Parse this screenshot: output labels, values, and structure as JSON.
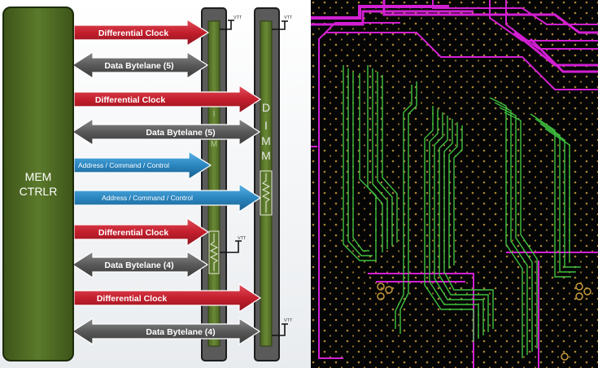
{
  "controller": {
    "line1": "MEM",
    "line2": "CTRLR"
  },
  "dimm": {
    "letters": [
      "D",
      "I",
      "M",
      "M"
    ],
    "inner_letters": [
      "I",
      "M"
    ]
  },
  "signals": [
    {
      "label": "Differential Clock",
      "kind": "clock"
    },
    {
      "label": "Data Bytelane (5)",
      "kind": "data"
    },
    {
      "label": "Differential Clock",
      "kind": "clock"
    },
    {
      "label": "Data Bytelane (5)",
      "kind": "data"
    },
    {
      "label": "Address / Command / Control",
      "kind": "address"
    },
    {
      "label": "Address / Command / Control",
      "kind": "address"
    },
    {
      "label": "Differential Clock",
      "kind": "clock"
    },
    {
      "label": "Data Bytelane (4)",
      "kind": "data"
    },
    {
      "label": "Differential Clock",
      "kind": "clock"
    },
    {
      "label": "Data Bytelane (4)",
      "kind": "data"
    }
  ],
  "vtt_label": "VTT",
  "colors": {
    "controller": "#4f6a24",
    "clock": "#c8202e",
    "data": "#555555",
    "address": "#2a86c0",
    "board_green": "#5e7a2c",
    "pcb_magenta": "#d21fd2",
    "pcb_green": "#3fc23f",
    "pcb_via": "#c79a3c"
  }
}
